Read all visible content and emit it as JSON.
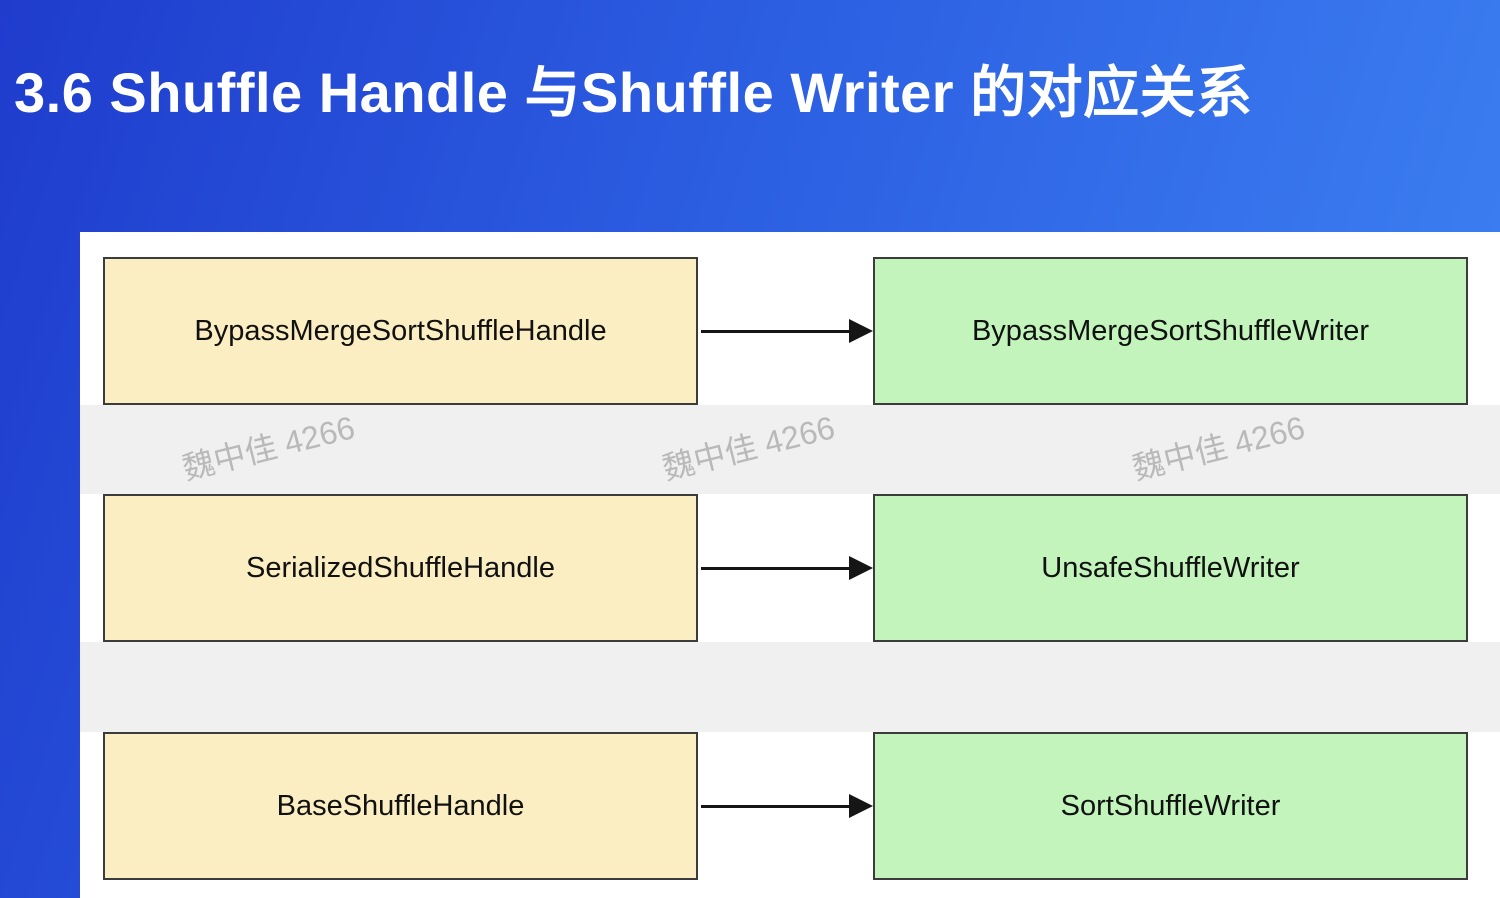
{
  "title": "3.6 Shuffle Handle 与Shuffle Writer 的对应关系",
  "watermark": {
    "text": "魏中佳 4266"
  },
  "diagram": {
    "rows": [
      {
        "handle": "BypassMergeSortShuffleHandle",
        "writer": "BypassMergeSortShuffleWriter"
      },
      {
        "handle": "SerializedShuffleHandle",
        "writer": "UnsafeShuffleWriter"
      },
      {
        "handle": "BaseShuffleHandle",
        "writer": "SortShuffleWriter"
      }
    ]
  },
  "colors": {
    "bg_left": "#1f3ccd",
    "bg_right": "#3f85f4",
    "panel_fill": "#ffffff",
    "band_fill": "#f0f0f0",
    "handle_fill": "#fbeec2",
    "writer_fill": "#c2f4bc",
    "box_border": "#3c3c3c",
    "arrow_color": "#151515"
  }
}
